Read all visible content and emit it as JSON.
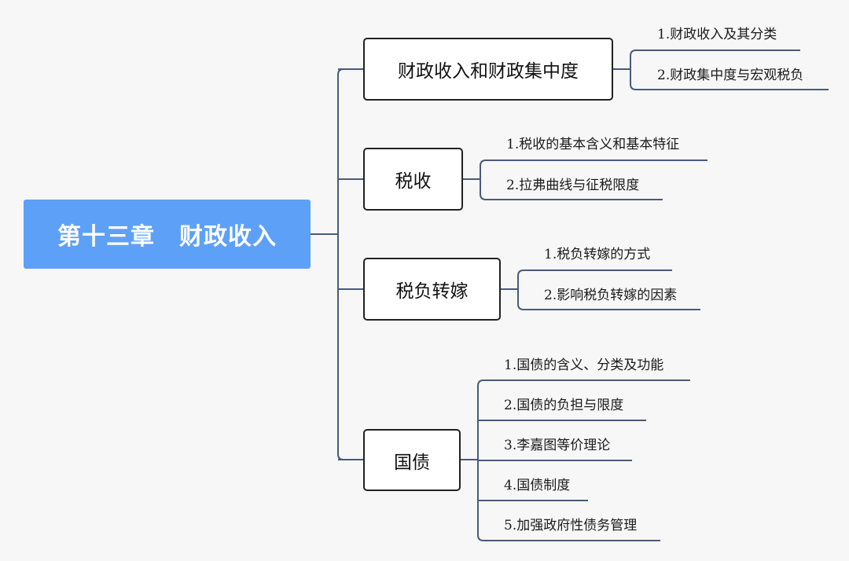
{
  "colors": {
    "root_bg": "#5da0f7",
    "root_text": "#ffffff",
    "connector": "#4a5a7a",
    "box_border": "#222222",
    "background": "#f7f7f7"
  },
  "root": {
    "label": "第十三章　财政收入"
  },
  "branches": [
    {
      "label": "财政收入和财政集中度",
      "items": [
        "1.财政收入及其分类",
        "2.财政集中度与宏观税负"
      ]
    },
    {
      "label": "税收",
      "items": [
        "1.税收的基本含义和基本特征",
        "2.拉弗曲线与征税限度"
      ]
    },
    {
      "label": "税负转嫁",
      "items": [
        "1.税负转嫁的方式",
        "2.影响税负转嫁的因素"
      ]
    },
    {
      "label": "国债",
      "items": [
        "1.国债的含义、分类及功能",
        "2.国债的负担与限度",
        "3.李嘉图等价理论",
        "4.国债制度",
        "5.加强政府性债务管理"
      ]
    }
  ]
}
